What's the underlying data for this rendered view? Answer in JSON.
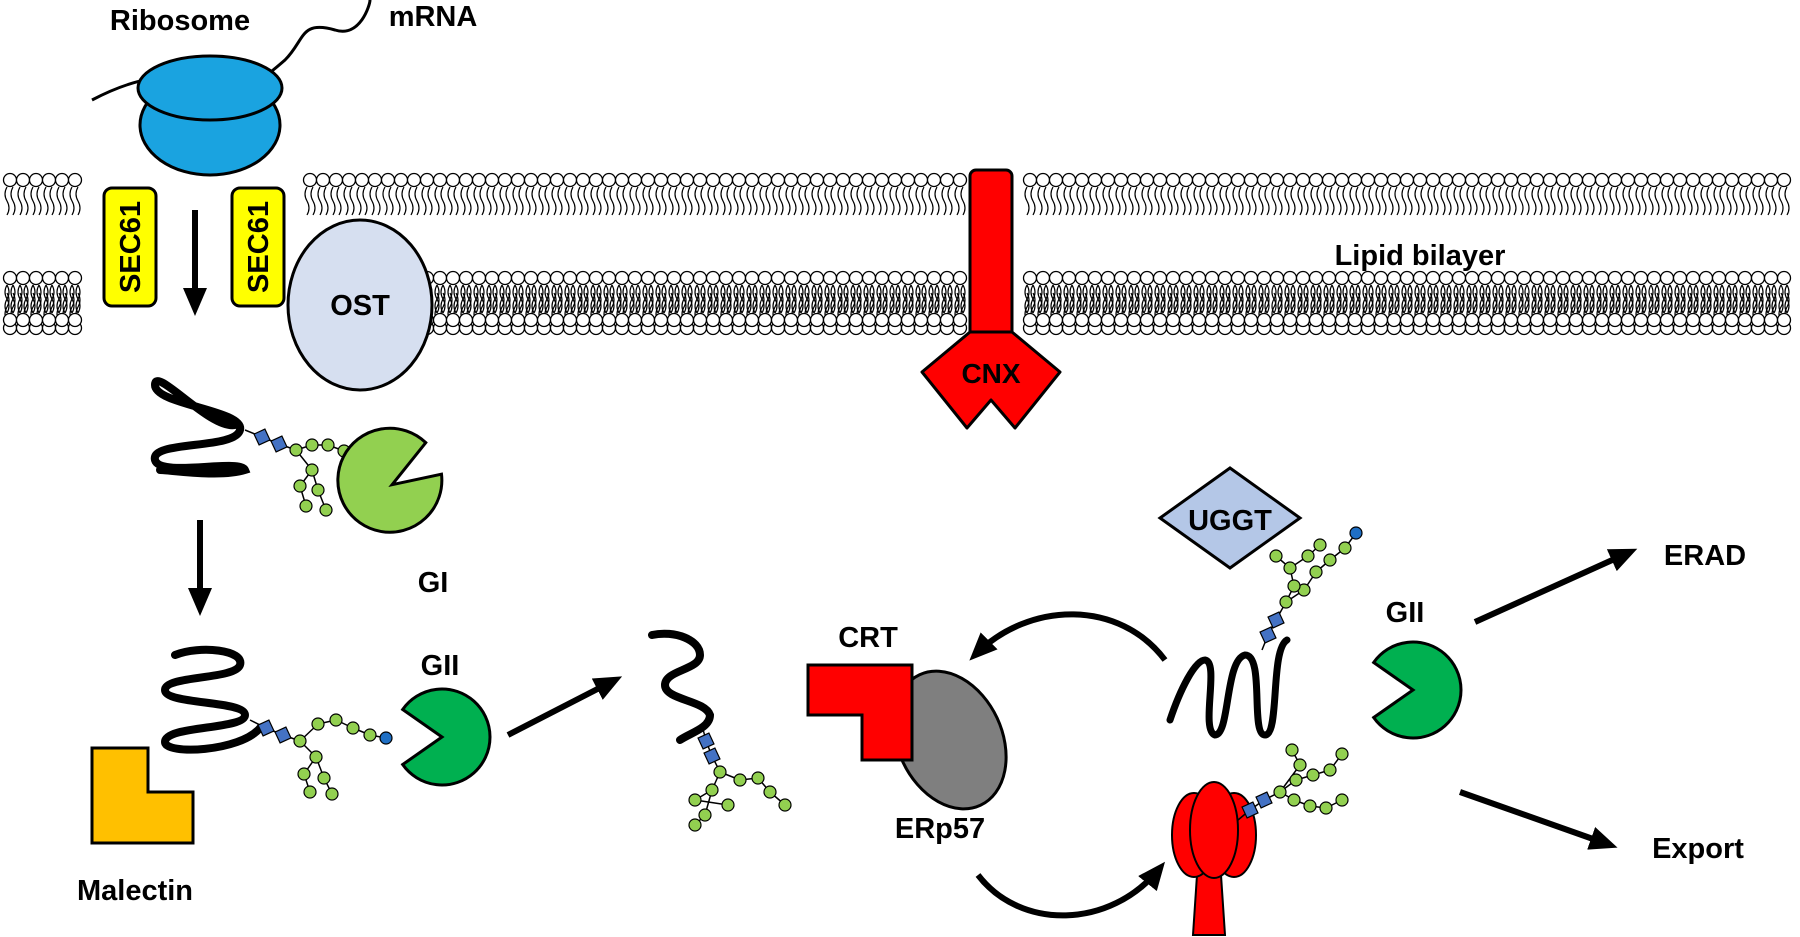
{
  "labels": {
    "ribosome": "Ribosome",
    "mrna": "mRNA",
    "sec61_left": "SEC61",
    "sec61_right": "SEC61",
    "ost": "OST",
    "cnx": "CNX",
    "lipid_bilayer": "Lipid bilayer",
    "gi": "GI",
    "gii_left": "GII",
    "gii_right": "GII",
    "malectin": "Malectin",
    "crt": "CRT",
    "erp57": "ERp57",
    "uggt": "UGGT",
    "erad": "ERAD",
    "export": "Export"
  },
  "colors": {
    "ribosome": "#1aa3e0",
    "sec61": "#ffff00",
    "ost": "#d6dff0",
    "cnx": "#ff0000",
    "crt": "#ff0000",
    "erp57": "#7f7f7f",
    "gi": "#92d050",
    "gii": "#00b050",
    "malectin": "#ffc000",
    "uggt": "#b4c7e7",
    "mannose": "#92d050",
    "glcnac": "#4472c4",
    "glucose": "#1f6fc4",
    "export_complex": "#ff0000"
  }
}
